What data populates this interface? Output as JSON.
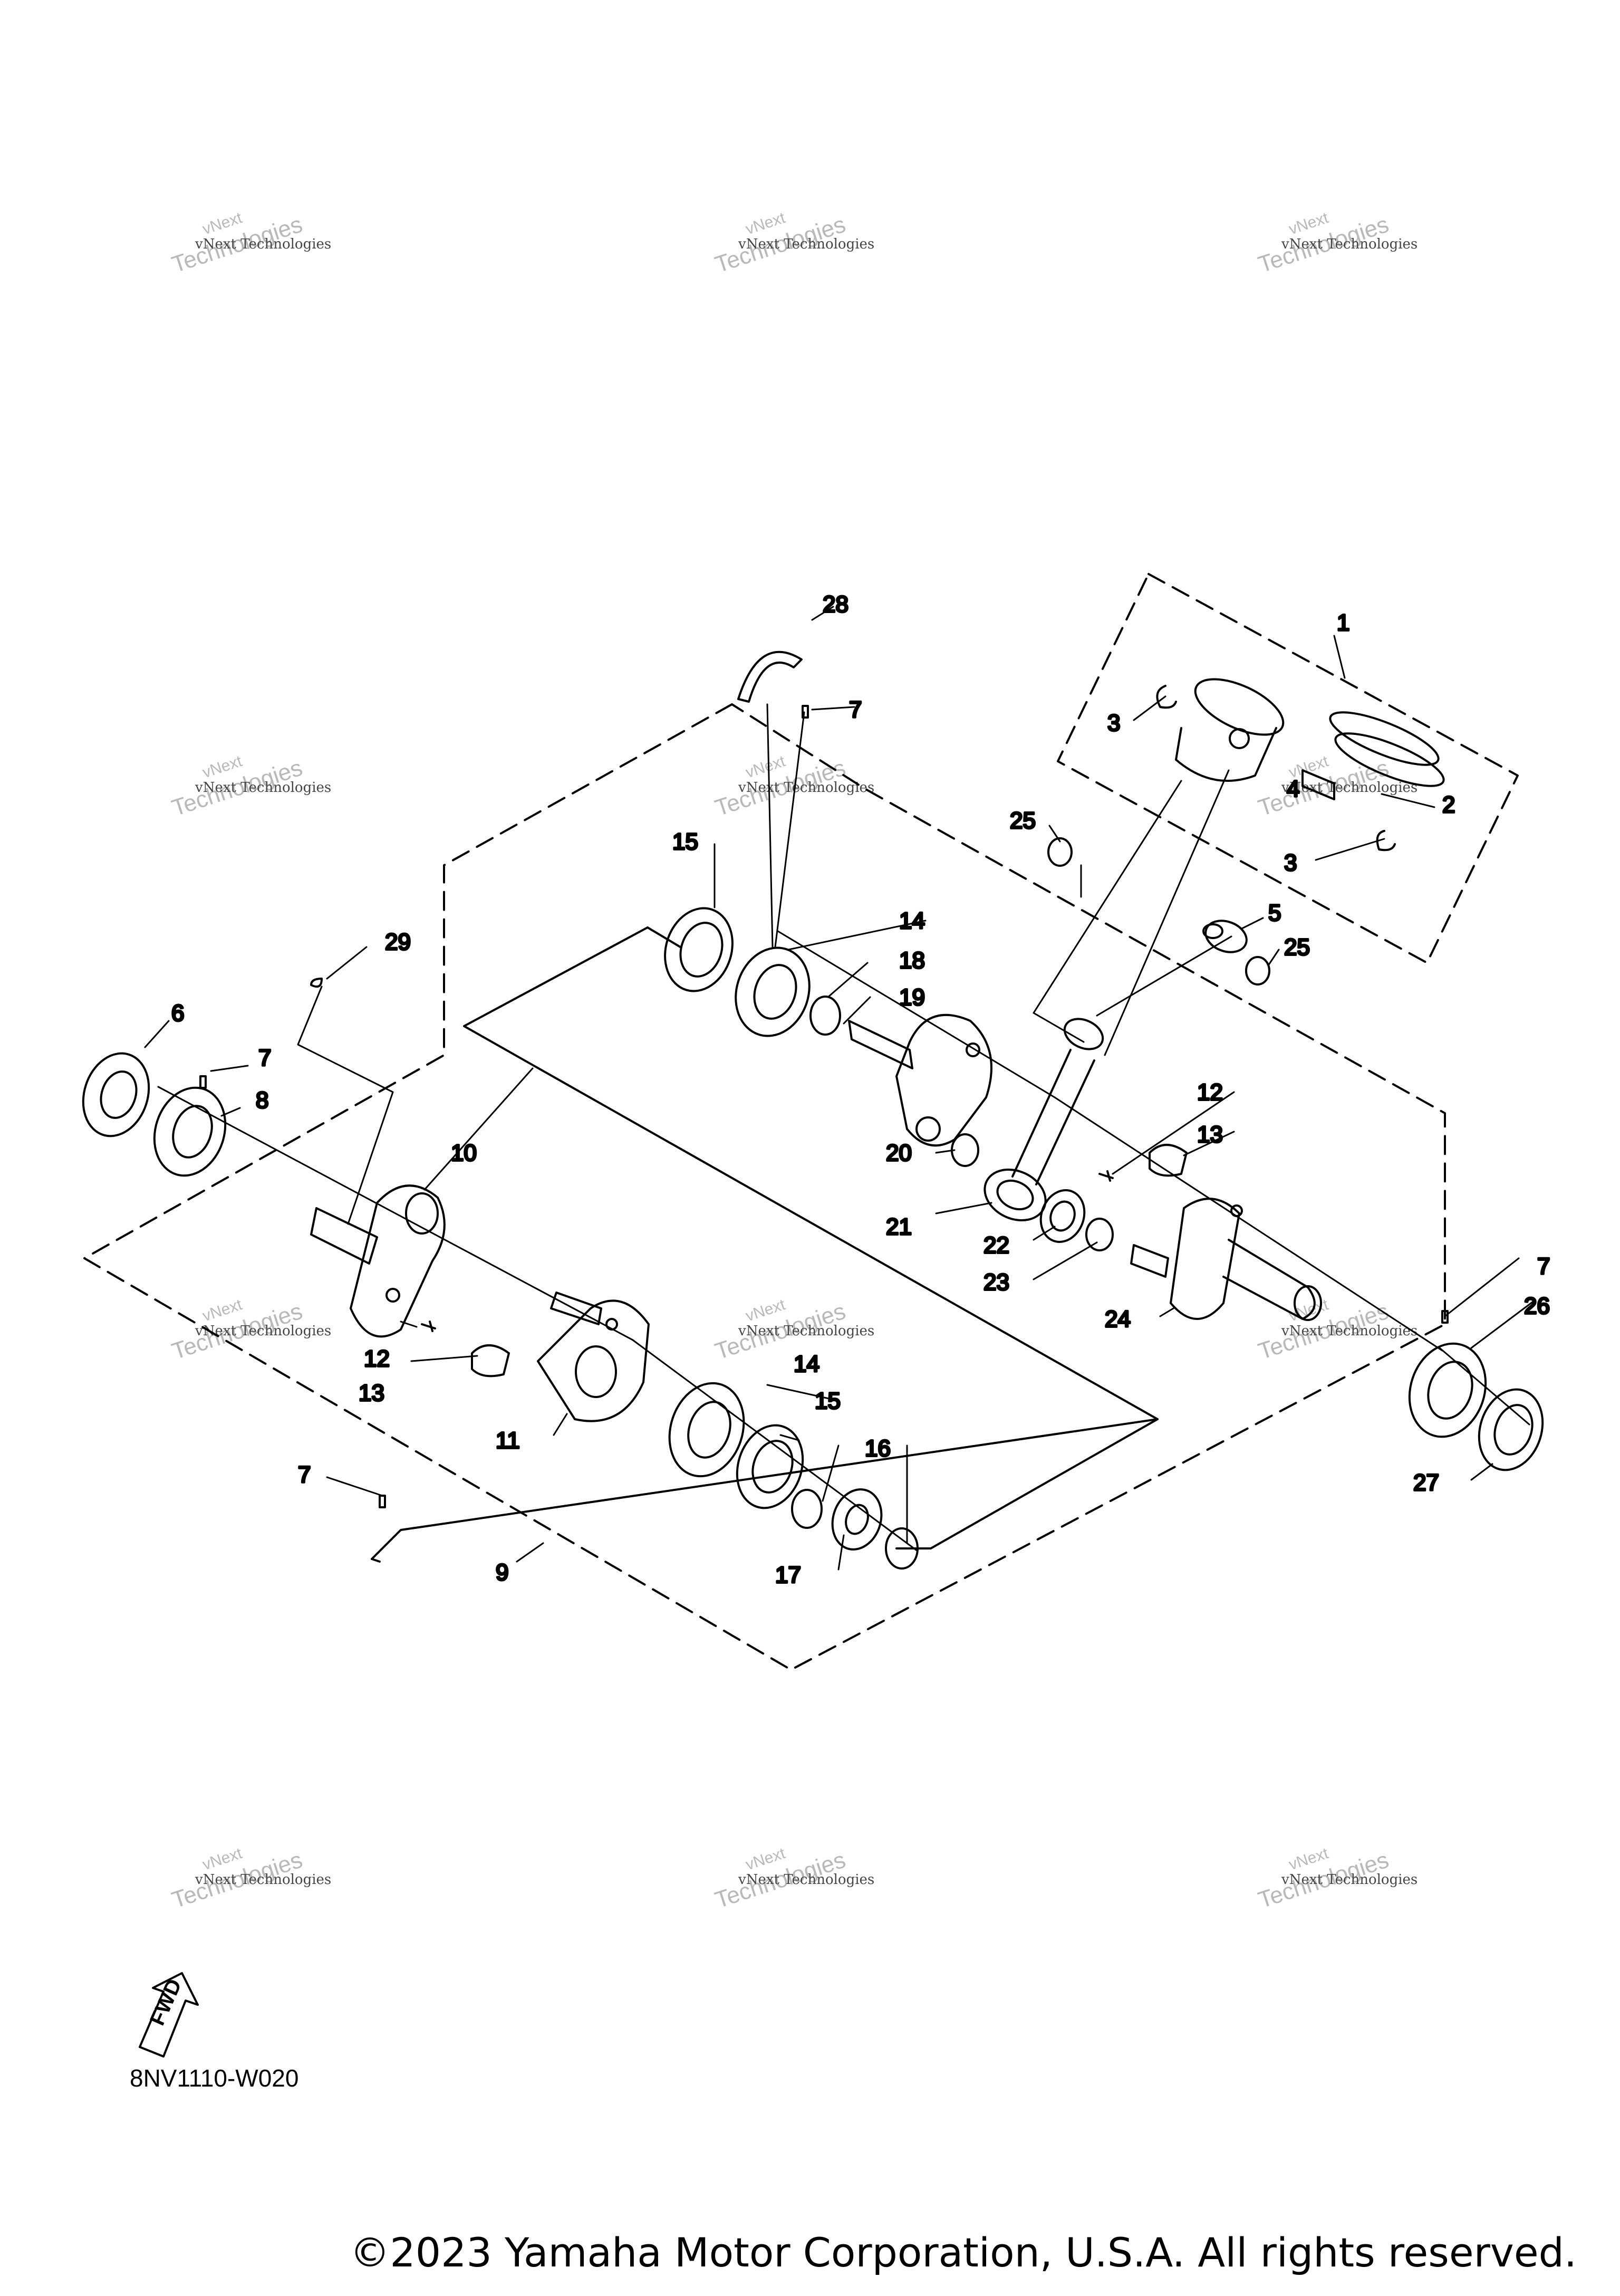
{
  "watermark": {
    "line_top": "vNext",
    "line_small": "vNext Technologies",
    "line_large": "Technologies"
  },
  "diagram_code": "8NV1110-W020",
  "fwd_label": "FWD",
  "copyright": "©2023 Yamaha Motor Corporation, U.S.A. All rights reserved.",
  "parts": [
    {
      "key": "p1",
      "number": "1"
    },
    {
      "key": "p2",
      "number": "2"
    },
    {
      "key": "p3a",
      "number": "3"
    },
    {
      "key": "p3b",
      "number": "3"
    },
    {
      "key": "p4",
      "number": "4"
    },
    {
      "key": "p5",
      "number": "5"
    },
    {
      "key": "p6",
      "number": "6"
    },
    {
      "key": "p7a",
      "number": "7"
    },
    {
      "key": "p7b",
      "number": "7"
    },
    {
      "key": "p7c",
      "number": "7"
    },
    {
      "key": "p7d",
      "number": "7"
    },
    {
      "key": "p8",
      "number": "8"
    },
    {
      "key": "p9",
      "number": "9"
    },
    {
      "key": "p10",
      "number": "10"
    },
    {
      "key": "p11",
      "number": "11"
    },
    {
      "key": "p12a",
      "number": "12"
    },
    {
      "key": "p12b",
      "number": "12"
    },
    {
      "key": "p13a",
      "number": "13"
    },
    {
      "key": "p13b",
      "number": "13"
    },
    {
      "key": "p14a",
      "number": "14"
    },
    {
      "key": "p14b",
      "number": "14"
    },
    {
      "key": "p15a",
      "number": "15"
    },
    {
      "key": "p15b",
      "number": "15"
    },
    {
      "key": "p16",
      "number": "16"
    },
    {
      "key": "p17",
      "number": "17"
    },
    {
      "key": "p18",
      "number": "18"
    },
    {
      "key": "p19",
      "number": "19"
    },
    {
      "key": "p20",
      "number": "20"
    },
    {
      "key": "p21",
      "number": "21"
    },
    {
      "key": "p22",
      "number": "22"
    },
    {
      "key": "p23",
      "number": "23"
    },
    {
      "key": "p24",
      "number": "24"
    },
    {
      "key": "p25a",
      "number": "25"
    },
    {
      "key": "p25b",
      "number": "25"
    },
    {
      "key": "p26",
      "number": "26"
    },
    {
      "key": "p27",
      "number": "27"
    },
    {
      "key": "p28",
      "number": "28"
    },
    {
      "key": "p29",
      "number": "29"
    }
  ]
}
